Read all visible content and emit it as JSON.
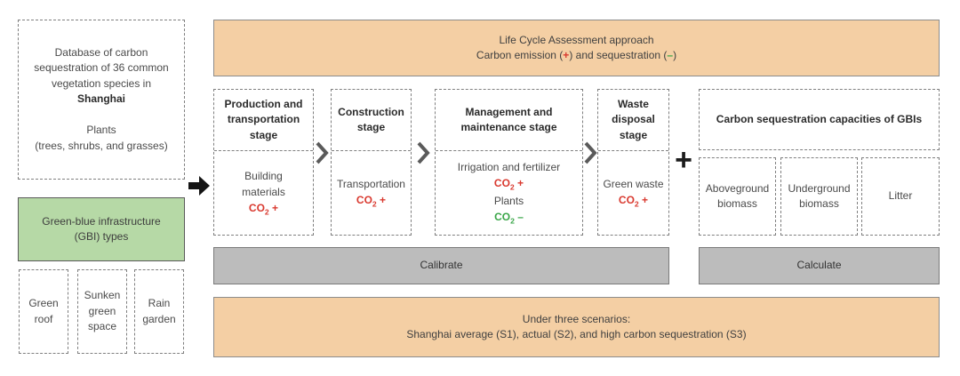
{
  "left": {
    "database": {
      "intro": "Database of carbon sequestration of 36 common vegetation species in",
      "city": "Shanghai",
      "plants": "Plants",
      "plants_detail": "(trees, shrubs, and grasses)"
    },
    "gbi_types_label": "Green-blue infrastructure (GBI) types",
    "types": [
      {
        "label": "Green roof"
      },
      {
        "label": "Sunken green space"
      },
      {
        "label": "Rain garden"
      }
    ]
  },
  "lca_banner": {
    "title": "Life Cycle Assessment approach",
    "emission_prefix": "Carbon emission (",
    "plus": "+",
    "middle": ") and sequestration (",
    "minus": "–",
    "suffix": ")"
  },
  "labels": {
    "co2_base": "CO",
    "co2_sub": "2"
  },
  "stages": [
    {
      "title": "Production and transportation stage",
      "entries": [
        {
          "label": "Building materials",
          "sign": " +"
        }
      ]
    },
    {
      "title": "Construction stage",
      "entries": [
        {
          "label": "Transportation",
          "sign": " +"
        }
      ]
    },
    {
      "title": "Management and maintenance stage",
      "entries": [
        {
          "label": "Irrigation and fertilizer",
          "sign": " +"
        },
        {
          "label": "Plants",
          "sign": " –"
        }
      ]
    },
    {
      "title": "Waste disposal stage",
      "entries": [
        {
          "label": "Green waste",
          "sign": " +"
        }
      ]
    }
  ],
  "combine_plus": "+",
  "sequestration": {
    "title": "Carbon sequestration capacities of GBIs",
    "pools": [
      {
        "label": "Aboveground biomass"
      },
      {
        "label": "Underground biomass"
      },
      {
        "label": "Litter"
      }
    ]
  },
  "actions": {
    "calibrate": "Calibrate",
    "calculate": "Calculate"
  },
  "scenarios_banner": {
    "title": "Under three scenarios:",
    "detail": "Shanghai average (S1), actual (S2), and high carbon sequestration (S3)"
  },
  "icons": {
    "flow_arrow": "arrow-right-icon",
    "stage_connector": "chevron-right-icon",
    "combine": "plus-sign"
  },
  "colors": {
    "banner_fill": "#f4cfa4",
    "banner_border": "#8c8c8c",
    "gbi_fill": "#b6d9a6",
    "gbi_border": "#5a5a5a",
    "bar_fill": "#bcbcbc",
    "bar_border": "#7a7a7a",
    "dashed_border": "#7f7f7f",
    "emission_red": "#d9392f",
    "sequestration_green": "#3aa648",
    "text_dark": "#2b2b2b"
  }
}
